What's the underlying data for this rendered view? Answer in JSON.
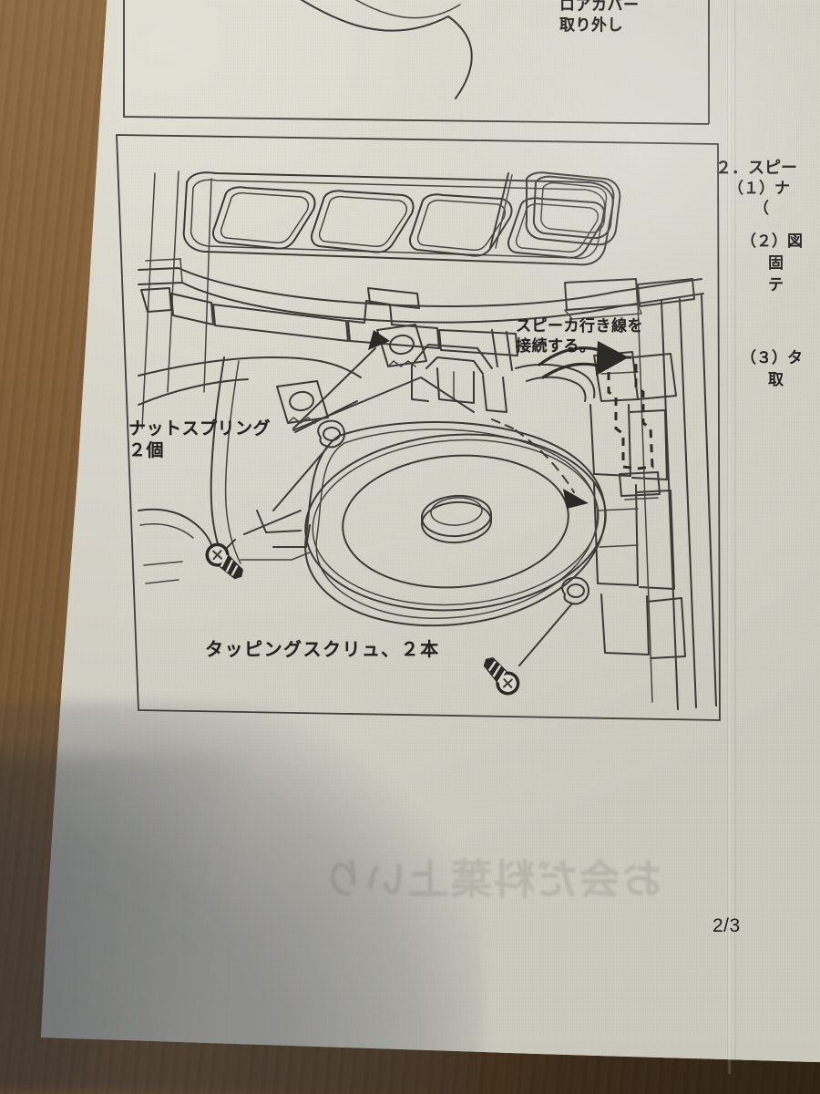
{
  "document": {
    "kind": "printed-instruction-sheet",
    "language": "ja",
    "page_number": "2/3"
  },
  "photo": {
    "surface": "wooden desk",
    "desk_color": "#7d5c37",
    "paper_color": "#d8d5cb",
    "ink_color": "#3b3a37",
    "shadow_present": true
  },
  "top_panel": {
    "caption_lines": [
      "ロアカバー",
      "取り外し"
    ]
  },
  "main_panel": {
    "labels": {
      "nut_spring": [
        "ナットスプリング",
        "２個"
      ],
      "speaker_wire": [
        "スピーカ行き線を",
        "接続する。"
      ],
      "tapping_screw": "タッピングスクリュ、２本"
    },
    "parts": [
      {
        "name": "nut-spring-clip",
        "count": 2
      },
      {
        "name": "tapping-screw",
        "count": 2
      },
      {
        "name": "speaker-unit",
        "count": 1
      },
      {
        "name": "wire-connector",
        "count": 1
      },
      {
        "name": "air-vent-louver",
        "count": 4
      },
      {
        "name": "side-vent",
        "count": 1
      }
    ]
  },
  "right_column": {
    "lines": [
      "２．スピー",
      "（１）ナ",
      "（",
      "（２）図",
      "固",
      "テ",
      "（３）タ",
      "取"
    ],
    "clipped_by_page_edge": true
  },
  "bleed_through": {
    "text": "お会だ料葉上いり"
  }
}
